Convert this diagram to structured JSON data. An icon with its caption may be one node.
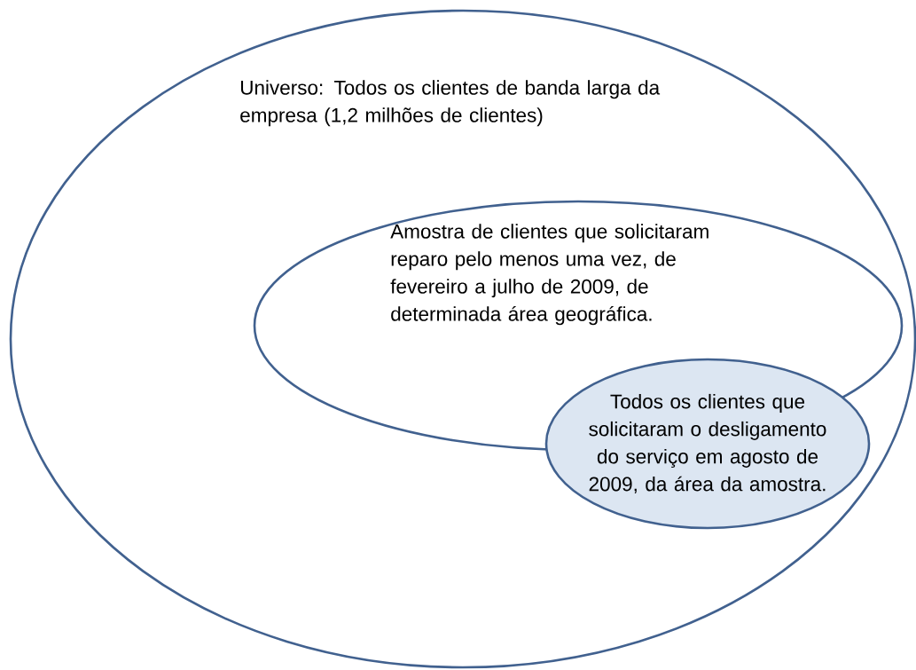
{
  "diagram": {
    "nodes": [
      {
        "text": [
          "Universo: Todos os clientes de banda larga da empresa (1,2 milhões de clientes)"
        ]
      },
      {
        "text": [
          "Amostra de clientes que solicitaram reparo pelo menos uma vez, de fevereiro a julho de 2009, de determinada área geográfica."
        ],
        "in": 0
      },
      {
        "text": [
          "Todos os clientes que solicitaram o desligamento do serviço em agosto de 2009, da área da amostra."
        ],
        "in": 0
      }
    ]
  }
}
